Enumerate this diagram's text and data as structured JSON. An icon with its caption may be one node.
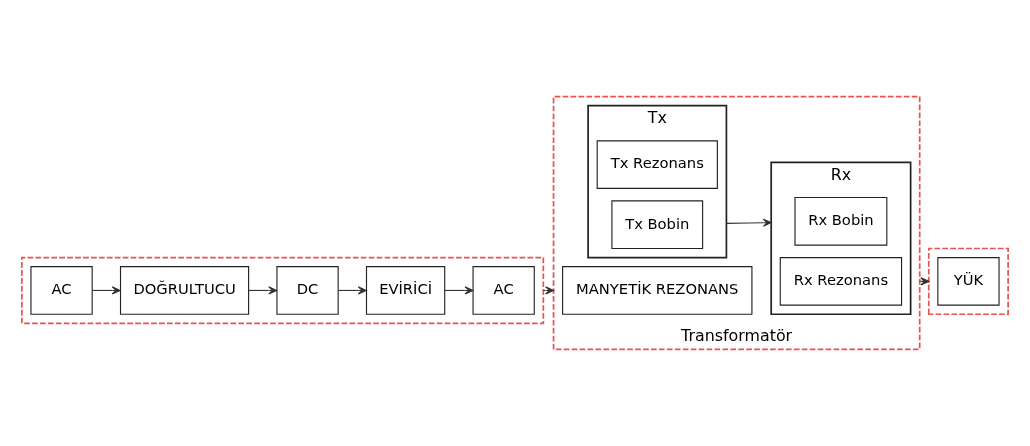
{
  "diagram": {
    "nodes": [
      {
        "text": [],
        "shape": "box"
      },
      {
        "text": [
          "AC"
        ],
        "in": 0
      },
      {
        "text": [
          "DOĞRULTUCU"
        ],
        "in": 0
      },
      {
        "text": [
          "DC"
        ],
        "in": 0
      },
      {
        "text": [
          "EVİRİCİ"
        ],
        "in": 0
      },
      {
        "text": [
          "AC"
        ],
        "in": 0
      },
      {
        "text": [
          "Transformatör"
        ]
      },
      {
        "text": [
          "MANYETİK REZONANS"
        ],
        "in": 6
      },
      {
        "text": [
          "Tx"
        ],
        "in": 6
      },
      {
        "text": [
          "Tx Rezonans"
        ],
        "in": 8
      },
      {
        "text": [
          "Tx Bobin"
        ],
        "in": 8
      },
      {
        "text": [
          "Rx"
        ],
        "in": 6
      },
      {
        "text": [
          "Rx Bobin"
        ],
        "in": 11
      },
      {
        "text": [
          "Rx Rezonans"
        ],
        "in": 11
      },
      {
        "text": [],
        "shape": "box"
      },
      {
        "text": [
          "YÜK"
        ],
        "in": 14
      }
    ],
    "edges": [
      {
        "from": 1,
        "to": 2,
        "arrow": "to"
      },
      {
        "from": 2,
        "to": 3,
        "arrow": "to"
      },
      {
        "from": 3,
        "to": 4,
        "arrow": "to"
      },
      {
        "from": 4,
        "to": 5,
        "arrow": "to"
      },
      {
        "from": 0,
        "to": 6,
        "arrow": "to"
      },
      {
        "from": 8,
        "to": 11,
        "arrow": "to"
      },
      {
        "from": 6,
        "to": 14,
        "arrow": "to"
      }
    ]
  }
}
